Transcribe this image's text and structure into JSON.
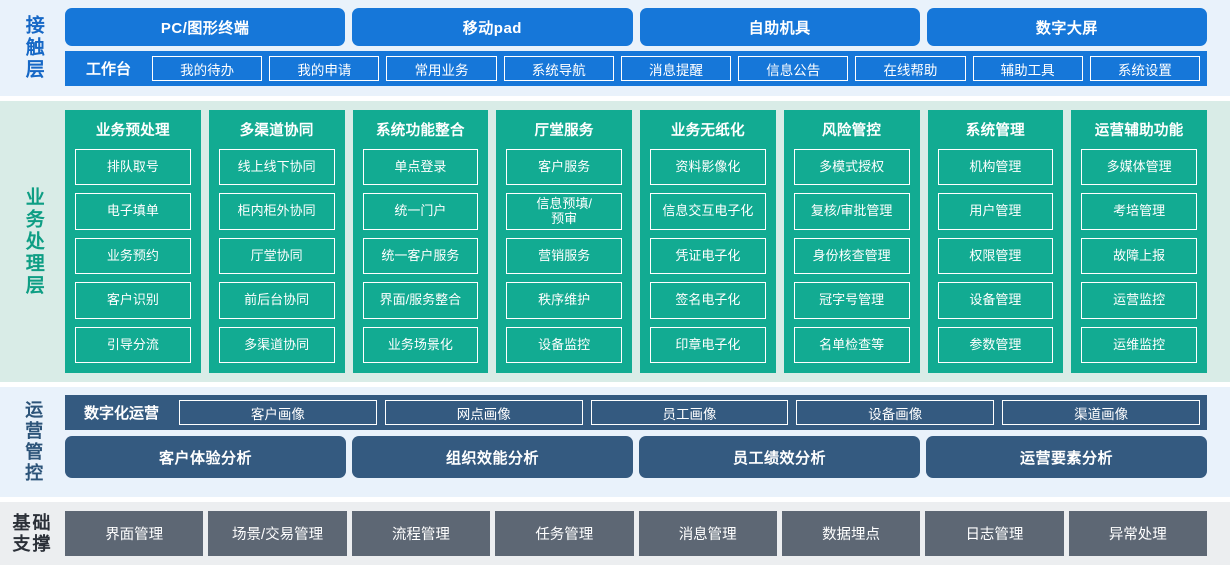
{
  "colors": {
    "contact_band_bg": "#e9f2fb",
    "contact_blue": "#1677d9",
    "business_band_bg": "#d9ece7",
    "business_green": "#12ab92",
    "ops_band_bg": "#e9f2fb",
    "ops_dark_blue": "#345a80",
    "base_band_bg": "#eceef0",
    "base_gray": "#5d6774"
  },
  "layers": {
    "contact": {
      "label": "接触层",
      "channels": [
        {
          "label": "PC/图形终端"
        },
        {
          "label": "移动pad"
        },
        {
          "label": "自助机具"
        },
        {
          "label": "数字大屏"
        }
      ],
      "workbench_title": "工作台",
      "workbench_items": [
        {
          "label": "我的待办"
        },
        {
          "label": "我的申请"
        },
        {
          "label": "常用业务"
        },
        {
          "label": "系统导航"
        },
        {
          "label": "消息提醒"
        },
        {
          "label": "信息公告"
        },
        {
          "label": "在线帮助"
        },
        {
          "label": "辅助工具"
        },
        {
          "label": "系统设置"
        }
      ]
    },
    "business": {
      "label": "业务处理层",
      "columns": [
        {
          "title": "业务预处理",
          "items": [
            {
              "label": "排队取号"
            },
            {
              "label": "电子填单"
            },
            {
              "label": "业务预约"
            },
            {
              "label": "客户识别"
            },
            {
              "label": "引导分流"
            }
          ]
        },
        {
          "title": "多渠道协同",
          "items": [
            {
              "label": "线上线下协同"
            },
            {
              "label": "柜内柜外协同"
            },
            {
              "label": "厅堂协同"
            },
            {
              "label": "前后台协同"
            },
            {
              "label": "多渠道协同"
            }
          ]
        },
        {
          "title": "系统功能整合",
          "items": [
            {
              "label": "单点登录"
            },
            {
              "label": "统一门户"
            },
            {
              "label": "统一客户服务"
            },
            {
              "label": "界面/服务整合"
            },
            {
              "label": "业务场景化"
            }
          ]
        },
        {
          "title": "厅堂服务",
          "items": [
            {
              "label": "客户服务"
            },
            {
              "label": "信息预填/\n预审"
            },
            {
              "label": "营销服务"
            },
            {
              "label": "秩序维护"
            },
            {
              "label": "设备监控"
            }
          ]
        },
        {
          "title": "业务无纸化",
          "items": [
            {
              "label": "资料影像化"
            },
            {
              "label": "信息交互电子化"
            },
            {
              "label": "凭证电子化"
            },
            {
              "label": "签名电子化"
            },
            {
              "label": "印章电子化"
            }
          ]
        },
        {
          "title": "风险管控",
          "items": [
            {
              "label": "多模式授权"
            },
            {
              "label": "复核/审批管理"
            },
            {
              "label": "身份核查管理"
            },
            {
              "label": "冠字号管理"
            },
            {
              "label": "名单检查等"
            }
          ]
        },
        {
          "title": "系统管理",
          "items": [
            {
              "label": "机构管理"
            },
            {
              "label": "用户管理"
            },
            {
              "label": "权限管理"
            },
            {
              "label": "设备管理"
            },
            {
              "label": "参数管理"
            }
          ]
        },
        {
          "title": "运营辅助功能",
          "items": [
            {
              "label": "多媒体管理"
            },
            {
              "label": "考培管理"
            },
            {
              "label": "故障上报"
            },
            {
              "label": "运营监控"
            },
            {
              "label": "运维监控"
            }
          ]
        }
      ]
    },
    "ops": {
      "label": "运营管控",
      "digital_ops_title": "数字化运营",
      "portraits": [
        {
          "label": "客户画像"
        },
        {
          "label": "网点画像"
        },
        {
          "label": "员工画像"
        },
        {
          "label": "设备画像"
        },
        {
          "label": "渠道画像"
        }
      ],
      "analyses": [
        {
          "label": "客户体验分析"
        },
        {
          "label": "组织效能分析"
        },
        {
          "label": "员工绩效分析"
        },
        {
          "label": "运营要素分析"
        }
      ]
    },
    "base": {
      "label": "基础\n支撑",
      "label_line1": "基础",
      "label_line2": "支撑",
      "items": [
        {
          "label": "界面管理"
        },
        {
          "label": "场景/交易管理"
        },
        {
          "label": "流程管理"
        },
        {
          "label": "任务管理"
        },
        {
          "label": "消息管理"
        },
        {
          "label": "数据埋点"
        },
        {
          "label": "日志管理"
        },
        {
          "label": "异常处理"
        }
      ]
    }
  }
}
